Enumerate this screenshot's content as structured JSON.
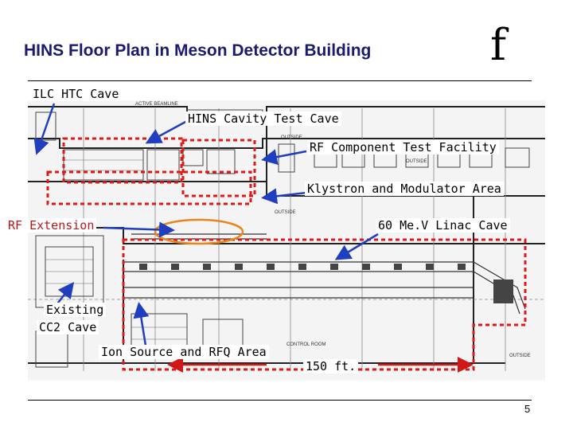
{
  "header": {
    "title": "HINS Floor Plan in Meson Detector Building",
    "logo_glyph": "f"
  },
  "labels": {
    "ilc_htc_cave": "ILC HTC Cave",
    "hins_cavity_test_cave": "HINS Cavity Test Cave",
    "rf_component_test_facility": "RF Component Test Facility",
    "klystron_modulator_area": "Klystron and Modulator Area",
    "rf_extension": "RF Extension",
    "linac_cave": "60 Me.V Linac Cave",
    "existing_cc2_line1": "Existing",
    "existing_cc2_line2": "CC2 Cave",
    "ion_source_rfq_area": "Ion Source and RFQ Area",
    "scale": "150 ft."
  },
  "plan_text": {
    "active_beamline": "ACTIVE BEAMLINE",
    "outside_1": "OUTSIDE",
    "outside_2": "OUTSIDE",
    "outside_3": "OUTSIDE",
    "outside_4": "OUTSIDE",
    "control_room": "CONTROL ROOM"
  },
  "footer": {
    "page_number": "5"
  },
  "colors": {
    "title": "#1a1a70",
    "red_boundary": "#e01818",
    "arrow": "#1f3fbf",
    "scale_arrow": "#d01818",
    "rf_ellipse": "#e8861c"
  }
}
